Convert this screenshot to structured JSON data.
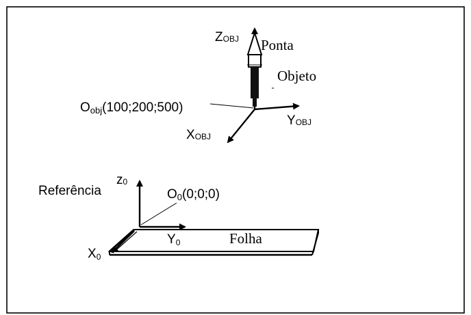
{
  "object_frame": {
    "z_axis": {
      "main": "Z",
      "sub": "OBJ"
    },
    "x_axis": {
      "main": "X",
      "sub": "OBJ"
    },
    "y_axis": {
      "main": "Y",
      "sub": "OBJ"
    },
    "origin_label": {
      "main": "O",
      "sub": "obj",
      "coords": "(100;200;500)"
    },
    "tip_label": "Ponta",
    "object_label": "Objeto"
  },
  "reference_frame": {
    "title": "Referência",
    "z_axis": {
      "main": "z",
      "sub": "0"
    },
    "x_axis": {
      "main": "X",
      "sub": "0"
    },
    "y_axis": {
      "main": "Y",
      "sub": "0"
    },
    "origin_label": {
      "main": "O",
      "sub": "0",
      "coords": "(0;0;0)"
    },
    "sheet_label": "Folha"
  }
}
